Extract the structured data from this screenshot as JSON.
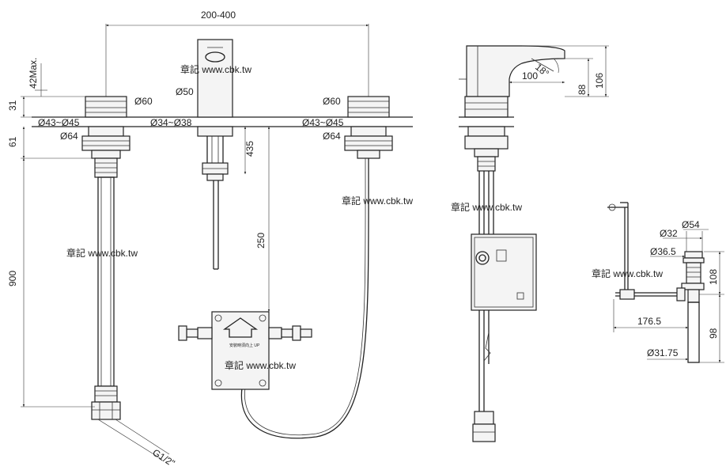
{
  "dimensions": {
    "span": "200-400",
    "max42": "42Max.",
    "d31": "31",
    "d61": "61",
    "d900": "900",
    "d435": "435",
    "d250": "250",
    "d100": "100",
    "d88": "88",
    "d106": "106",
    "d18": "18°",
    "dia60_left": "Ø60",
    "dia60_right": "Ø60",
    "dia50": "Ø50",
    "dia43_left": "Ø43~Ø45",
    "dia43_right": "Ø43~Ø45",
    "dia34": "Ø34~Ø38",
    "dia64_left": "Ø64",
    "dia64_right": "Ø64",
    "dia54": "Ø54",
    "dia32": "Ø32",
    "dia365": "Ø36.5",
    "d108": "108",
    "d98": "98",
    "d1765": "176.5",
    "dia3175": "Ø31.75",
    "thread": "G1/2\""
  },
  "watermarks": {
    "w1": "章記 www.cbk.tw",
    "w2": "章記 www.cbk.tw",
    "w3": "章記 www.cbk.tw",
    "w4": "章記 www.cbk.tw",
    "w5": "章記 www.cbk.tw",
    "w6": "章記 www.cbk.tw"
  },
  "box_label": "安裝時須向上 UP"
}
